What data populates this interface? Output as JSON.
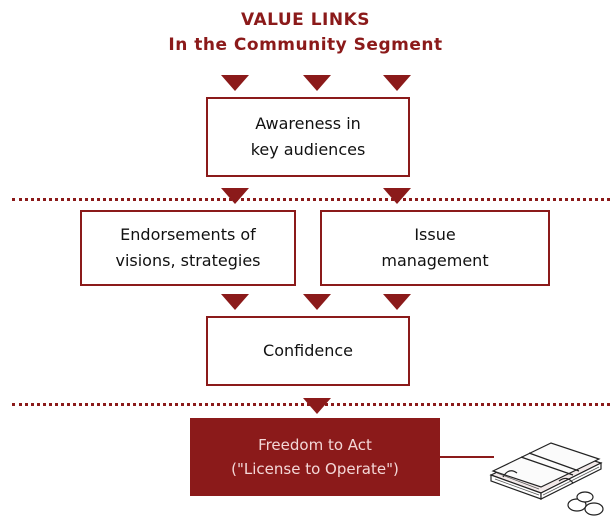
{
  "title": {
    "line1": "VALUE LINKS",
    "line2": "In the Community Segment"
  },
  "boxes": {
    "awareness": "Awareness in\nkey audiences",
    "endorsements": "Endorsements of\nvisions, strategies",
    "issue": "Issue\nmanagement",
    "confidence": "Confidence",
    "freedom": "Freedom to Act\n(\"License to Operate\")"
  },
  "icons": {
    "money": "money-stack-icon"
  },
  "colors": {
    "accent": "#8b1a1a",
    "filled_text": "#f3d7d7"
  }
}
